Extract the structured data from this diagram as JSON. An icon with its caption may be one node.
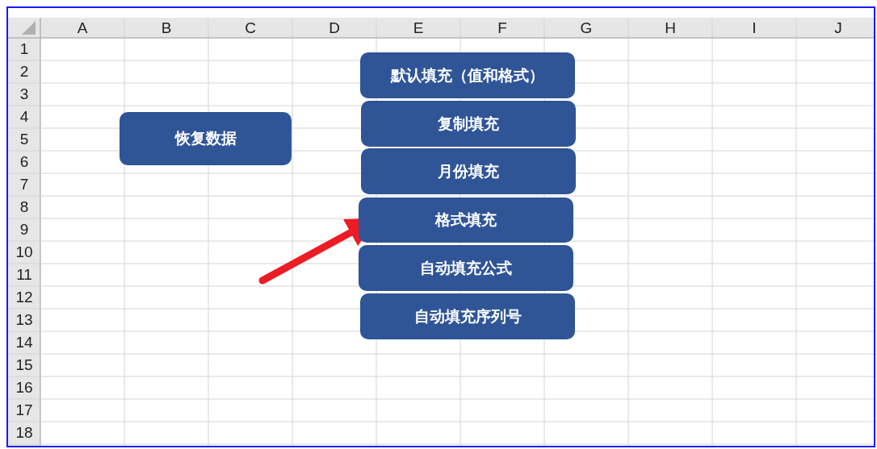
{
  "diagram": {
    "nodes": [
      {
        "text": [
          "恢复数据"
        ]
      },
      {
        "text": [
          "默认填充（值和格式）"
        ]
      },
      {
        "text": [
          "复制填充"
        ]
      },
      {
        "text": [
          "月份填充"
        ]
      },
      {
        "text": [
          "格式填充"
        ]
      },
      {
        "text": [
          "自动填充公式"
        ]
      },
      {
        "text": [
          "自动填充序列号"
        ]
      }
    ],
    "edges": [
      {
        "from": null,
        "to": 4,
        "arrow": "to",
        "color": "#ed1c24"
      }
    ],
    "labels": [
      "A",
      "B",
      "C",
      "D",
      "E",
      "F",
      "G",
      "H",
      "I",
      "J",
      "1",
      "2",
      "3",
      "4",
      "5",
      "6",
      "7",
      "8",
      "9",
      "10",
      "11",
      "12",
      "13",
      "14",
      "15",
      "16",
      "17",
      "18"
    ]
  }
}
